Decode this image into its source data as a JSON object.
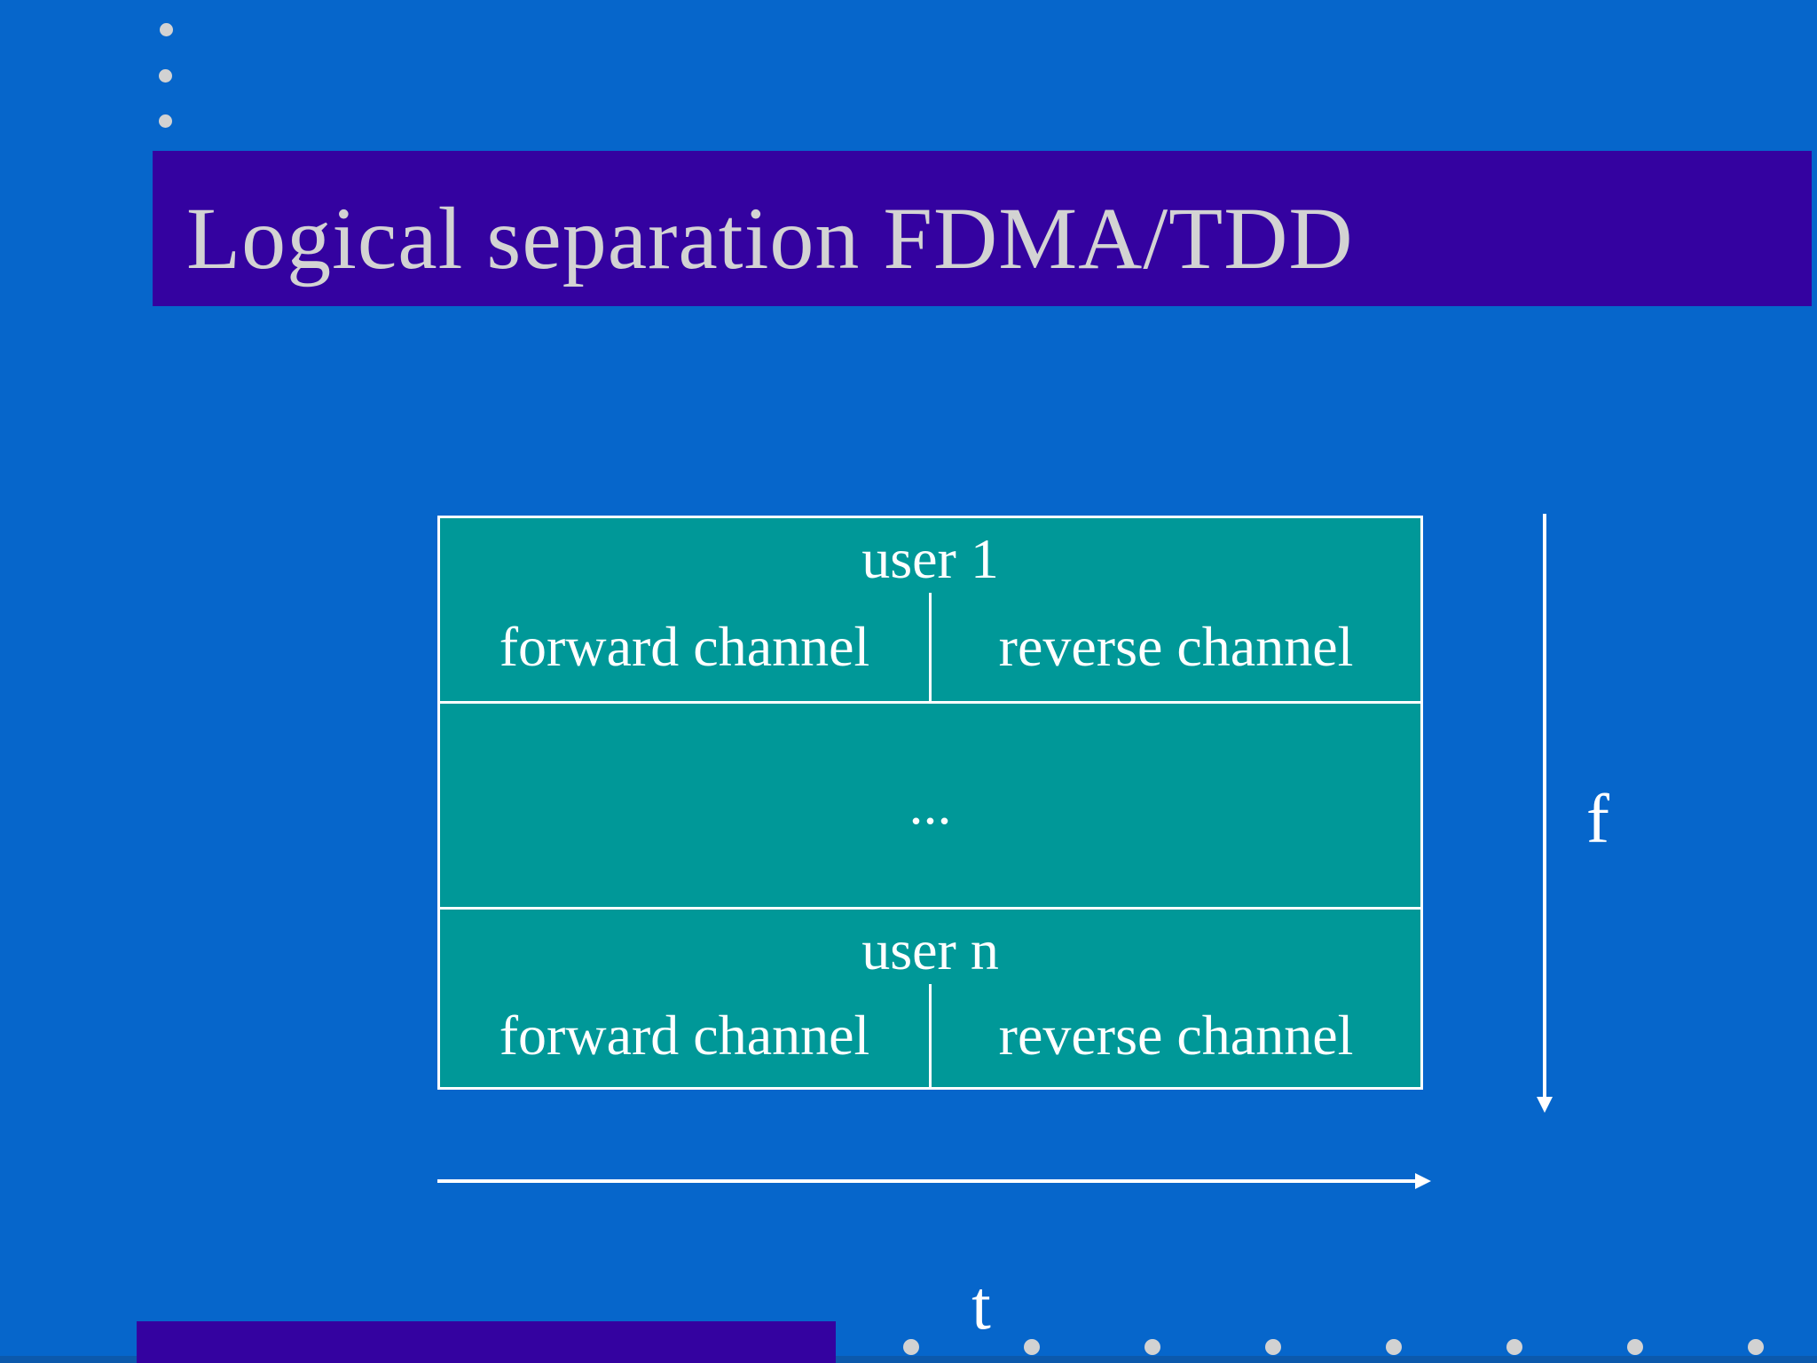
{
  "slide": {
    "title": "Logical separation FDMA/TDD"
  },
  "diagram": {
    "rows": [
      {
        "label": "user 1",
        "forward": "forward channel",
        "reverse": "reverse channel"
      },
      {
        "label": "..."
      },
      {
        "label": "user n",
        "forward": "forward channel",
        "reverse": "reverse channel"
      }
    ],
    "axes": {
      "frequency": "f",
      "time": "t"
    }
  },
  "decorations": {
    "top_bullet_count": 3,
    "bottom_dot_count": 8
  },
  "colors": {
    "background": "#0666CB",
    "accent_bar": "#3402A0",
    "diagram_fill": "#009898",
    "border_and_text": "#FFFFFF",
    "title_text": "#D3D3D3",
    "dot": "#D2D2D2"
  }
}
